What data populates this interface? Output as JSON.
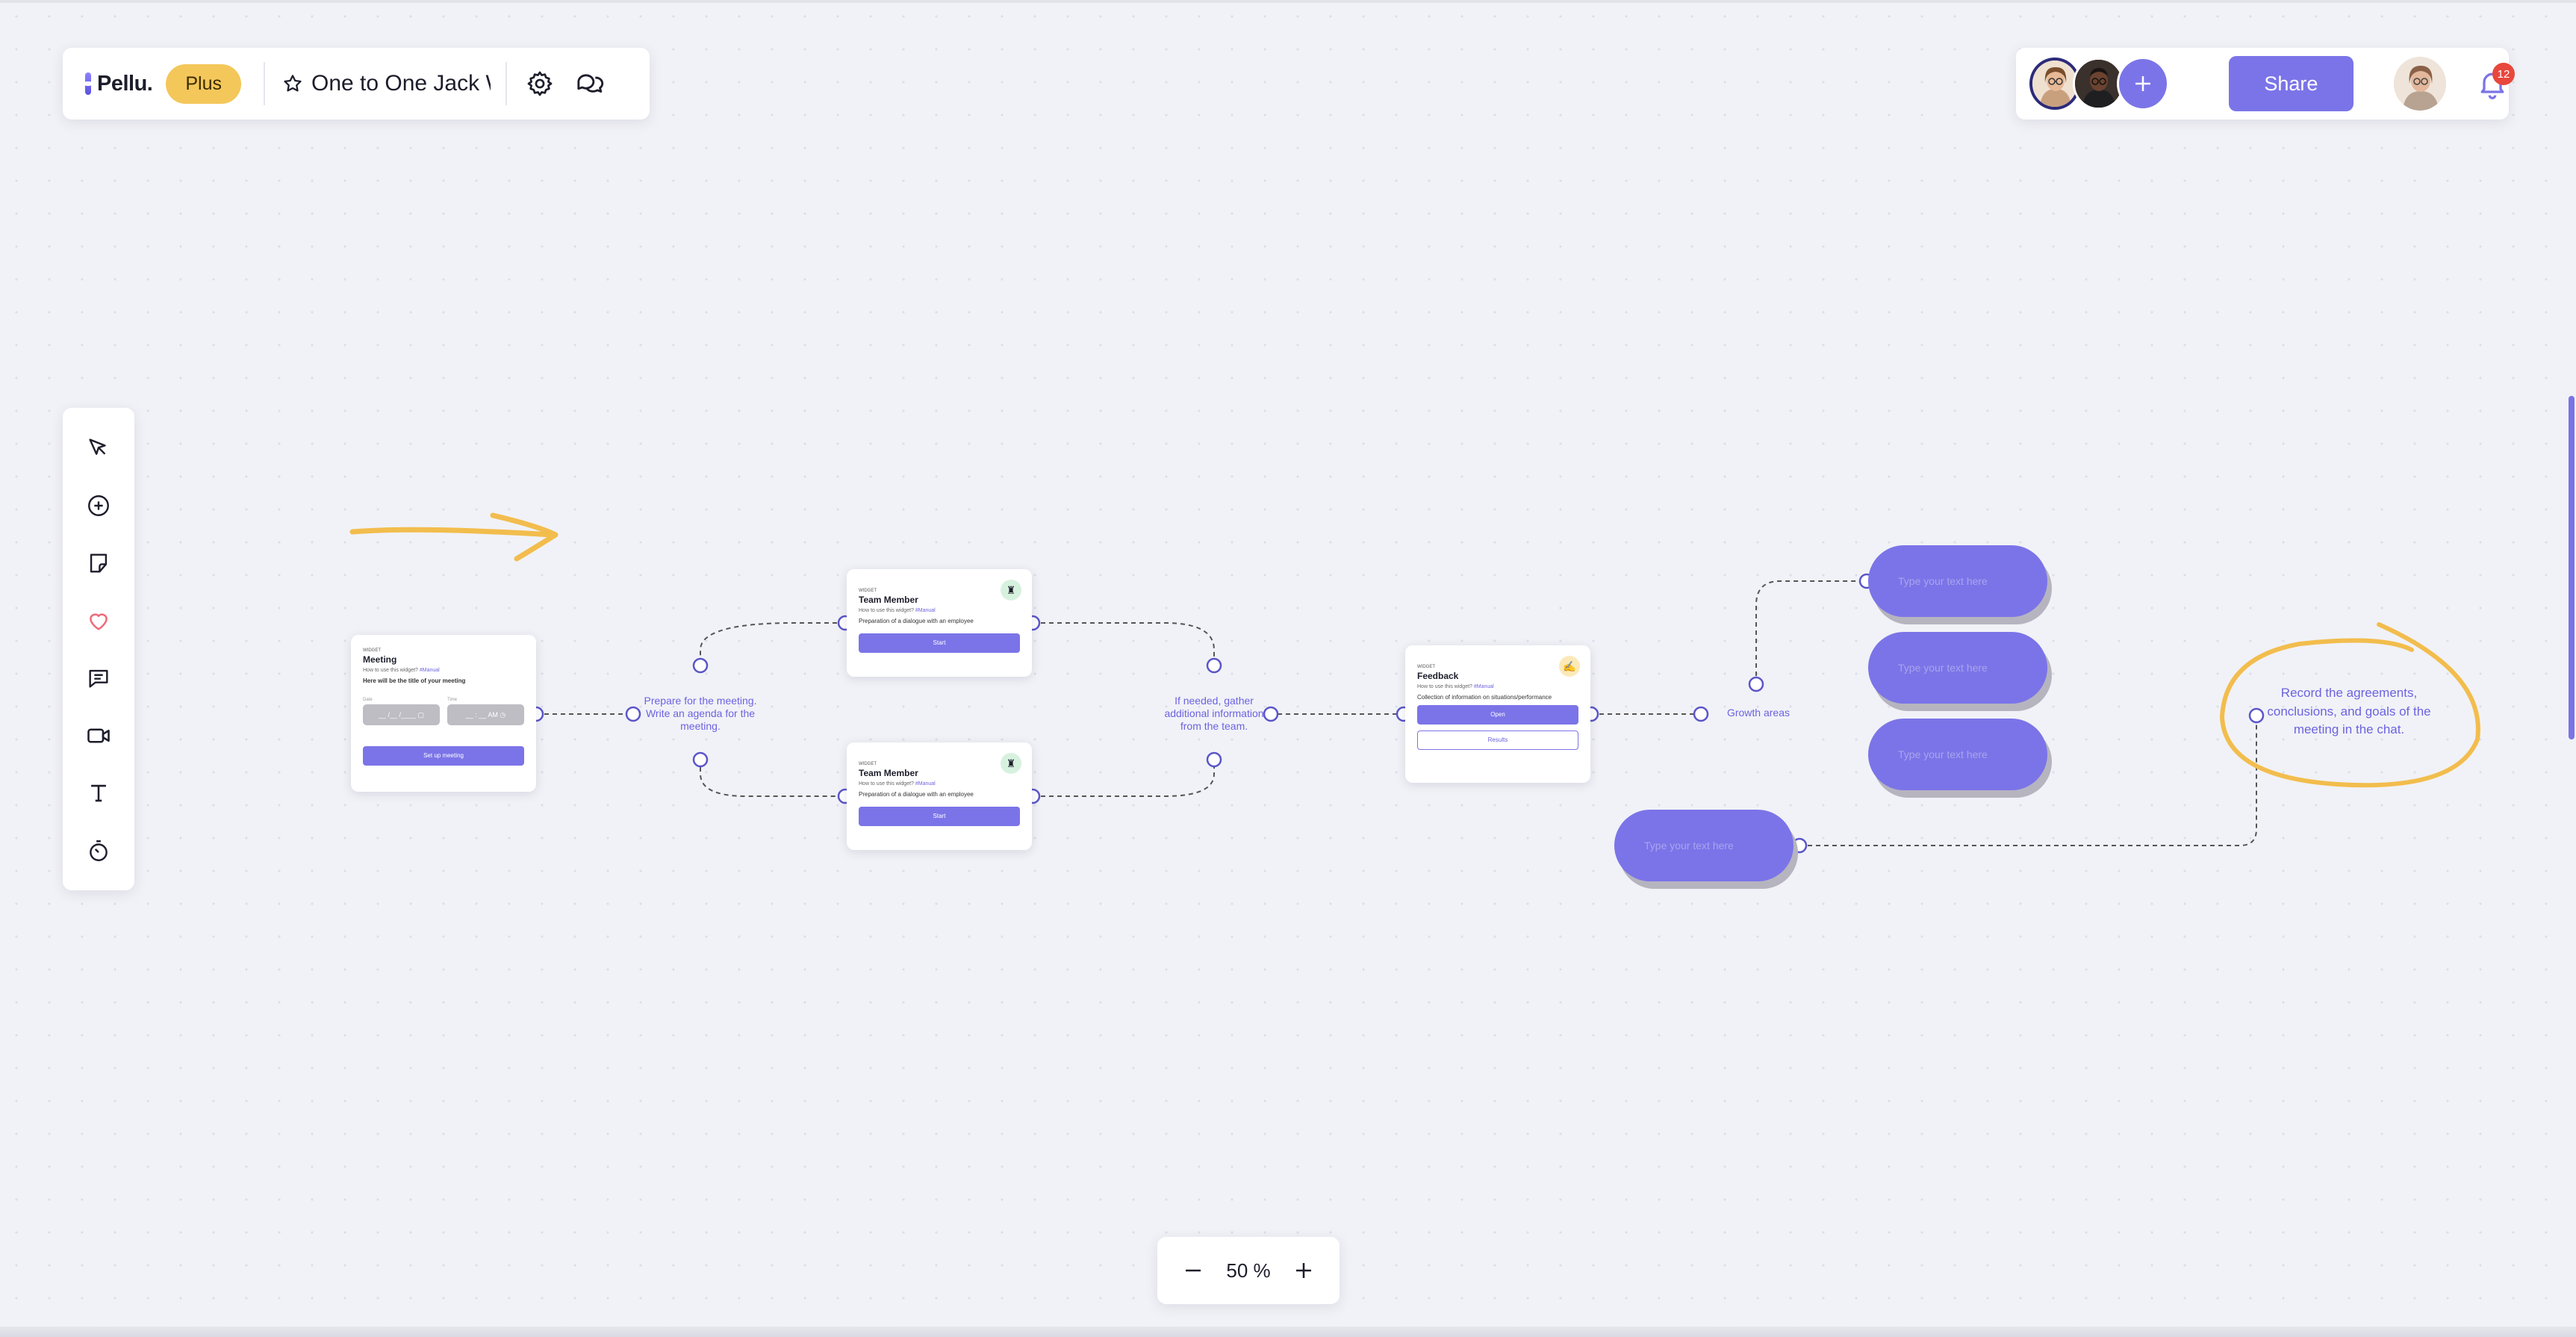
{
  "app": {
    "logo": "Pellu.",
    "plan": "Plus",
    "board_title": "One to One Jack W"
  },
  "header_right": {
    "share_label": "Share",
    "notifications_count": "12"
  },
  "zoom": {
    "value": "50 %"
  },
  "widgets": {
    "meeting": {
      "tag": "WIDGET",
      "title": "Meeting",
      "help": "How to use this widget?",
      "help_link": "#Manual",
      "desc": "Here will be the title of your meeting",
      "date_label": "Date",
      "date_value": "__ /__ /____",
      "time_label": "Time",
      "time_value": "__ : __ AM",
      "button": "Set up meeting"
    },
    "team_member_1": {
      "tag": "WIDGET",
      "title": "Team Member",
      "help": "How to use this widget?",
      "help_link": "#Manual",
      "desc": "Preparation of a dialogue with an employee",
      "button": "Start"
    },
    "team_member_2": {
      "tag": "WIDGET",
      "title": "Team Member",
      "help": "How to use this widget?",
      "help_link": "#Manual",
      "desc": "Preparation of a dialogue with an employee",
      "button": "Start"
    },
    "feedback": {
      "tag": "WIDGET",
      "title": "Feedback",
      "help": "How to use this widget?",
      "help_link": "#Manual",
      "desc": "Collection of information on situations/performance",
      "button_primary": "Open",
      "button_secondary": "Results"
    }
  },
  "labels": {
    "prepare": "Prepare for the meeting. Write an agenda for the meeting.",
    "gather": "If needed, gather additional information from the team.",
    "growth": "Growth areas"
  },
  "pills": {
    "placeholder_1": "Type your text here",
    "placeholder_2": "Type your text here",
    "placeholder_3": "Type your text here",
    "placeholder_4": "Type your text here"
  },
  "note": {
    "text": "Record the agreements, conclusions, and goals of the meeting in the chat."
  },
  "colors": {
    "accent": "#7b74e8",
    "plan_badge": "#f4c75b",
    "annotation": "#f2bd4d",
    "notification": "#e8473d"
  }
}
